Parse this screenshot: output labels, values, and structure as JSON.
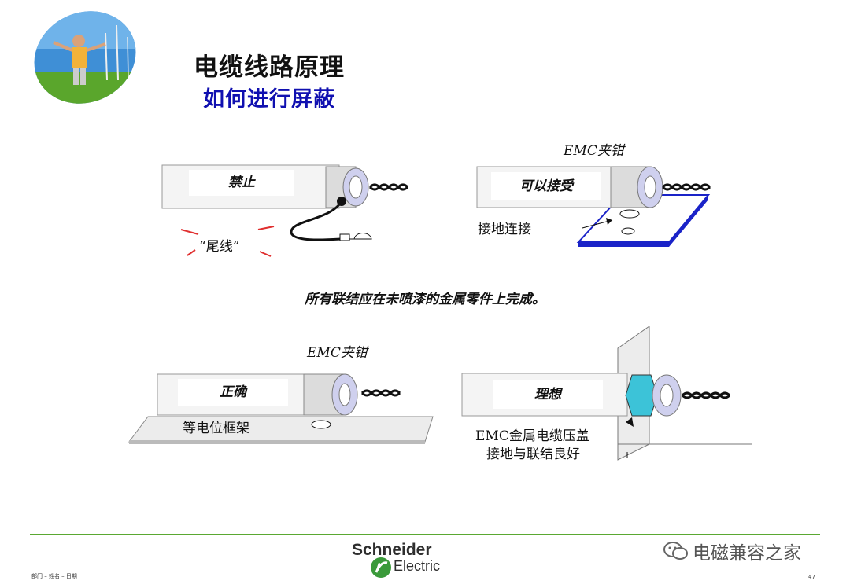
{
  "slide": {
    "title": "电缆线路原理",
    "subtitle": "如何进行屏蔽",
    "note": "所有联结应在未喷漆的金属零件上完成。",
    "page_number": "47",
    "footer_meta": "部门 – 姓名 – 日期"
  },
  "panels": {
    "forbidden": {
      "box_label": "禁止",
      "pigtail_label": "“尾线”"
    },
    "acceptable": {
      "top_label": "EMC夹钳",
      "box_label": "可以接受",
      "side_label": "接地连接"
    },
    "correct": {
      "top_label": "EMC夹钳",
      "box_label": "正确",
      "bottom_label": "等电位框架"
    },
    "ideal": {
      "box_label": "理想",
      "caption_line1": "EMC金属电缆压盖",
      "caption_line2": "接地与联结良好"
    }
  },
  "brand": {
    "line1": "Schneider",
    "line2": "Electric"
  },
  "watermark": {
    "text": "电磁兼容之家"
  },
  "colors": {
    "accent_blue": "#1010b0",
    "plate_blue": "#1a23c8",
    "footer_green": "#5aa832",
    "brand_green": "#3a9a3a"
  }
}
